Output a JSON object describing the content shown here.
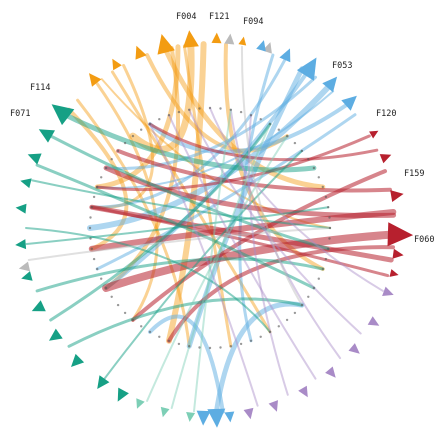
{
  "diagram": {
    "nodes": [
      {
        "id": "F004",
        "label": "F004"
      },
      {
        "id": "F121",
        "label": "F121"
      },
      {
        "id": "F094",
        "label": "F094"
      },
      {
        "id": "F053",
        "label": "F053"
      },
      {
        "id": "F120",
        "label": "F120"
      },
      {
        "id": "F159",
        "label": "F159"
      },
      {
        "id": "F060",
        "label": "F060"
      },
      {
        "id": "F114",
        "label": "F114"
      },
      {
        "id": "F071",
        "label": "F071"
      }
    ],
    "colors": {
      "orange": "#f39c12",
      "blue": "#5dade2",
      "red": "#b7202e",
      "teal": "#16a085",
      "mint": "#7dcfb6",
      "purple": "#a98bc7",
      "gray": "#bbbbbb"
    }
  }
}
